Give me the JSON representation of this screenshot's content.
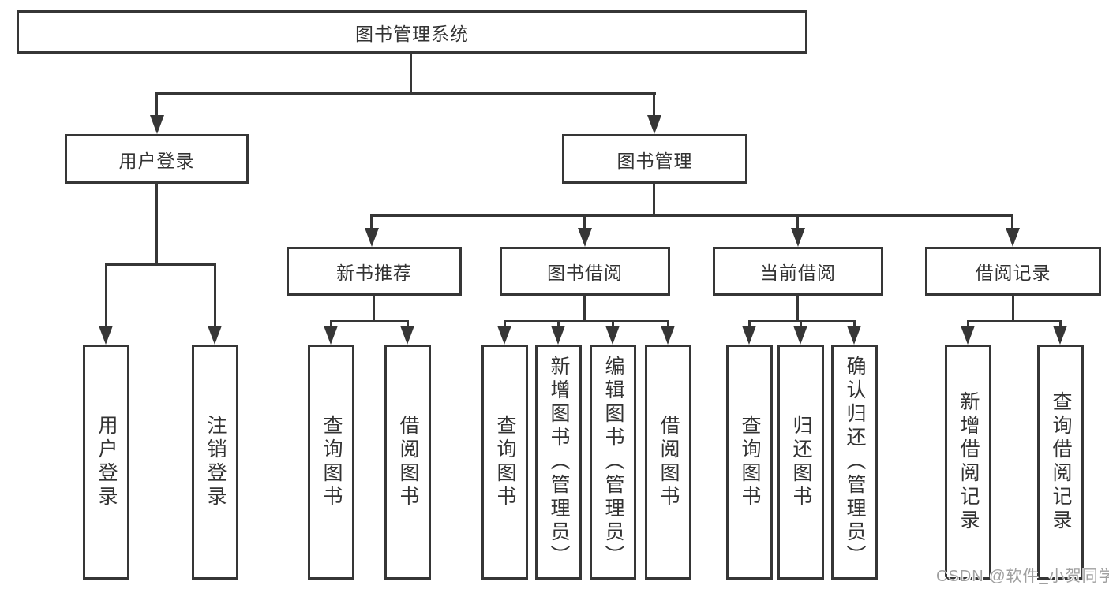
{
  "tree": {
    "root": {
      "label": "图书管理系统"
    },
    "branches": [
      {
        "label": "用户登录",
        "children": [
          {
            "label": "用户登录"
          },
          {
            "label": "注销登录"
          }
        ]
      },
      {
        "label": "图书管理",
        "children": [
          {
            "label": "新书推荐",
            "children": [
              {
                "label": "查询图书"
              },
              {
                "label": "借阅图书"
              }
            ]
          },
          {
            "label": "图书借阅",
            "children": [
              {
                "label": "查询图书"
              },
              {
                "label": "新增图书（管理员）"
              },
              {
                "label": "编辑图书（管理员）"
              },
              {
                "label": "借阅图书"
              }
            ]
          },
          {
            "label": "当前借阅",
            "children": [
              {
                "label": "查询图书"
              },
              {
                "label": "归还图书"
              },
              {
                "label": "确认归还（管理员）"
              }
            ]
          },
          {
            "label": "借阅记录",
            "children": [
              {
                "label": "新增借阅记录"
              },
              {
                "label": "查询借阅记录"
              }
            ]
          }
        ]
      }
    ]
  },
  "watermark": {
    "text": "CSDN @软件_小贺同学"
  },
  "colors": {
    "background": "#ffffff",
    "line": "#363636",
    "text": "#333333",
    "watermark": "#a0a0a0"
  }
}
